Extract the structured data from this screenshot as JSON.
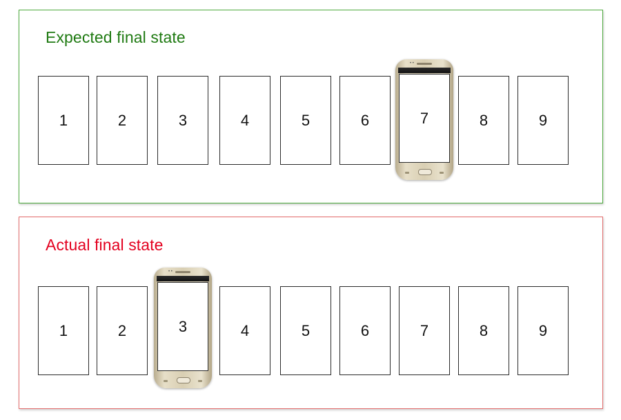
{
  "panels": {
    "expected": {
      "title": "Expected final state",
      "border_color": "#4aa93a",
      "title_color": "#1f7a12",
      "slots": [
        "1",
        "2",
        "3",
        "4",
        "5",
        "6",
        "7",
        "8",
        "9"
      ],
      "device_at_slot": "7"
    },
    "actual": {
      "title": "Actual final state",
      "border_color": "#e36a6a",
      "title_color": "#e3001f",
      "slots": [
        "1",
        "2",
        "3",
        "4",
        "5",
        "6",
        "7",
        "8",
        "9"
      ],
      "device_at_slot": "3"
    }
  },
  "device": {
    "icon": "smartphone-icon"
  }
}
